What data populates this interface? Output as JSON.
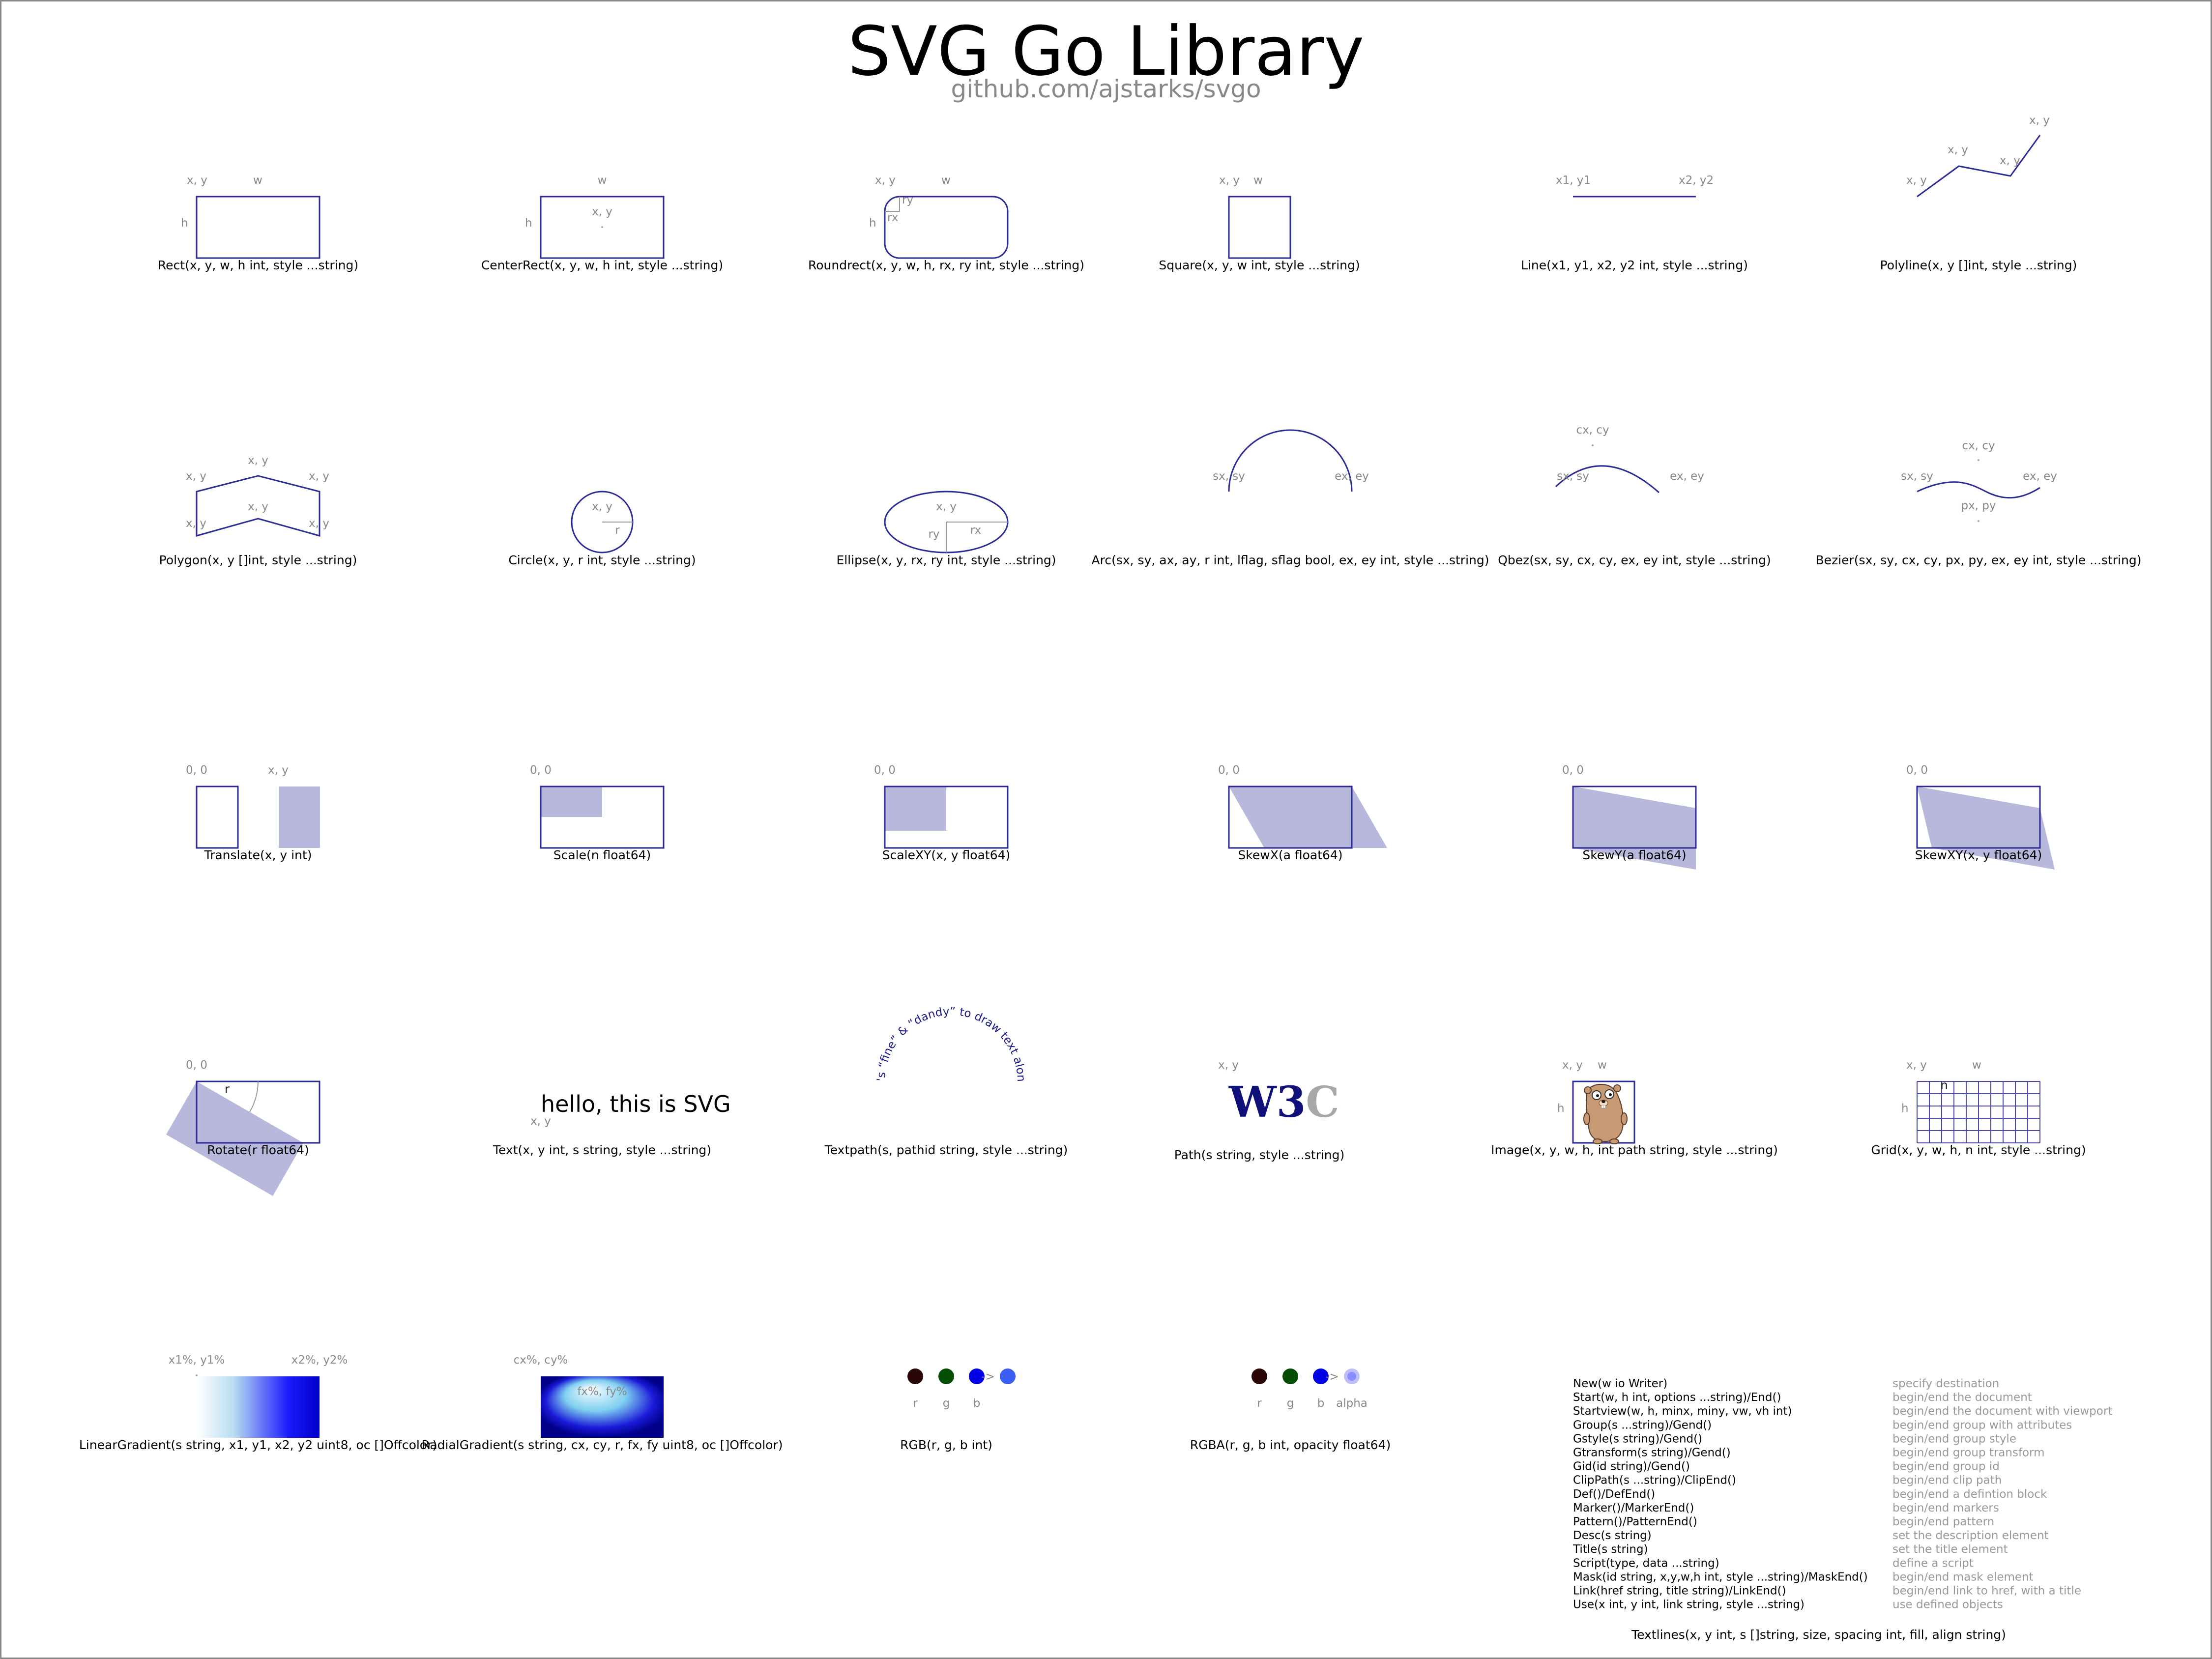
{
  "title": "SVG Go Library",
  "subtitle": "github.com/ajstarks/svgo",
  "colors": {
    "stroke": "#2b2b9a",
    "fill": "#b8b8dc",
    "label": "#888888",
    "text": "#000000"
  },
  "labels": {
    "xy": "x, y",
    "w": "w",
    "h": "h",
    "rx": "rx",
    "ry": "ry",
    "r": "r",
    "x1y1": "x1, y1",
    "x2y2": "x2, y2",
    "sxsy": "sx, sy",
    "exey": "ex, ey",
    "cxcy": "cx, cy",
    "pxpy": "px, py",
    "origin": "0, 0",
    "n": "n",
    "x1y1pct": "x1%, y1%",
    "x2y2pct": "x2%, y2%",
    "cxcypct": "cx%, cy%",
    "fxfypct": "fx%, fy%",
    "red": "r",
    "green": "g",
    "blue": "b",
    "alpha": "alpha",
    "arrow": "->"
  },
  "captions": {
    "rect": "Rect(x, y, w, h int, style ...string)",
    "centerrect": "CenterRect(x, y, w, h int, style ...string)",
    "roundrect": "Roundrect(x, y, w, h, rx, ry int, style ...string)",
    "square": "Square(x, y, w int, style ...string)",
    "line": "Line(x1, y1, x2, y2 int, style ...string)",
    "polyline": "Polyline(x, y []int, style ...string)",
    "polygon": "Polygon(x, y []int, style ...string)",
    "circle": "Circle(x, y, r int, style ...string)",
    "ellipse": "Ellipse(x, y, rx, ry int, style ...string)",
    "arc": "Arc(sx, sy, ax, ay, r int, lflag, sflag bool, ex, ey int, style ...string)",
    "qbez": "Qbez(sx, sy, cx, cy, ex, ey int, style ...string)",
    "bezier": "Bezier(sx, sy, cx, cy, px, py, ex, ey int, style ...string)",
    "translate": "Translate(x, y int)",
    "scale": "Scale(n float64)",
    "scalexy": "ScaleXY(x, y float64)",
    "skewx": "SkewX(a float64)",
    "skewy": "SkewY(a float64)",
    "skewxy": "SkewXY(x, y float64)",
    "rotate": "Rotate(r float64)",
    "text": "Text(x, y int, s string, style ...string)",
    "textpath": "Textpath(s, pathid string, style ...string)",
    "path": "Path(s string, style ...string)",
    "image": "Image(x, y, w, h, int path string, style ...string)",
    "grid": "Grid(x, y, w, h, n int, style ...string)",
    "lineargradient": "LinearGradient(s string, x1, y1, x2, y2 uint8, oc []Offcolor)",
    "radialgradient": "RadialGradient(s string, cx, cy, r, fx, fy uint8, oc []Offcolor)",
    "rgb": "RGB(r, g, b int)",
    "rgba": "RGBA(r, g, b int, opacity float64)",
    "textlines": "Textlines(x, y int, s []string, size, spacing int, fill, align string)"
  },
  "hello_text": "hello, this is SVG",
  "textpath_text": "It's “fine” & “dandy” to draw text along",
  "w3c_text": "W3C",
  "api_list": [
    {
      "call": "New(w io Writer)",
      "desc": "specify destination"
    },
    {
      "call": "Start(w, h int, options ...string)/End()",
      "desc": "begin/end the document"
    },
    {
      "call": "Startview(w, h, minx, miny, vw, vh int)",
      "desc": "begin/end the document with viewport"
    },
    {
      "call": "Group(s ...string)/Gend()",
      "desc": "begin/end group with attributes"
    },
    {
      "call": "Gstyle(s string)/Gend()",
      "desc": "begin/end group style"
    },
    {
      "call": "Gtransform(s string)/Gend()",
      "desc": "begin/end group transform"
    },
    {
      "call": "Gid(id string)/Gend()",
      "desc": "begin/end group id"
    },
    {
      "call": "ClipPath(s ...string)/ClipEnd()",
      "desc": "begin/end clip path"
    },
    {
      "call": "Def()/DefEnd()",
      "desc": "begin/end a defintion block"
    },
    {
      "call": "Marker()/MarkerEnd()",
      "desc": "begin/end markers"
    },
    {
      "call": "Pattern()/PatternEnd()",
      "desc": "begin/end pattern"
    },
    {
      "call": "Desc(s string)",
      "desc": "set the description element"
    },
    {
      "call": "Title(s string)",
      "desc": "set the title element"
    },
    {
      "call": "Script(type, data ...string)",
      "desc": "define a script"
    },
    {
      "call": "Mask(id string, x,y,w,h int, style ...string)/MaskEnd()",
      "desc": "begin/end mask element"
    },
    {
      "call": "Link(href string, title string)/LinkEnd()",
      "desc": "begin/end link to href, with a title"
    },
    {
      "call": "Use(x int, y int, link string, style ...string)",
      "desc": "use defined objects"
    }
  ]
}
